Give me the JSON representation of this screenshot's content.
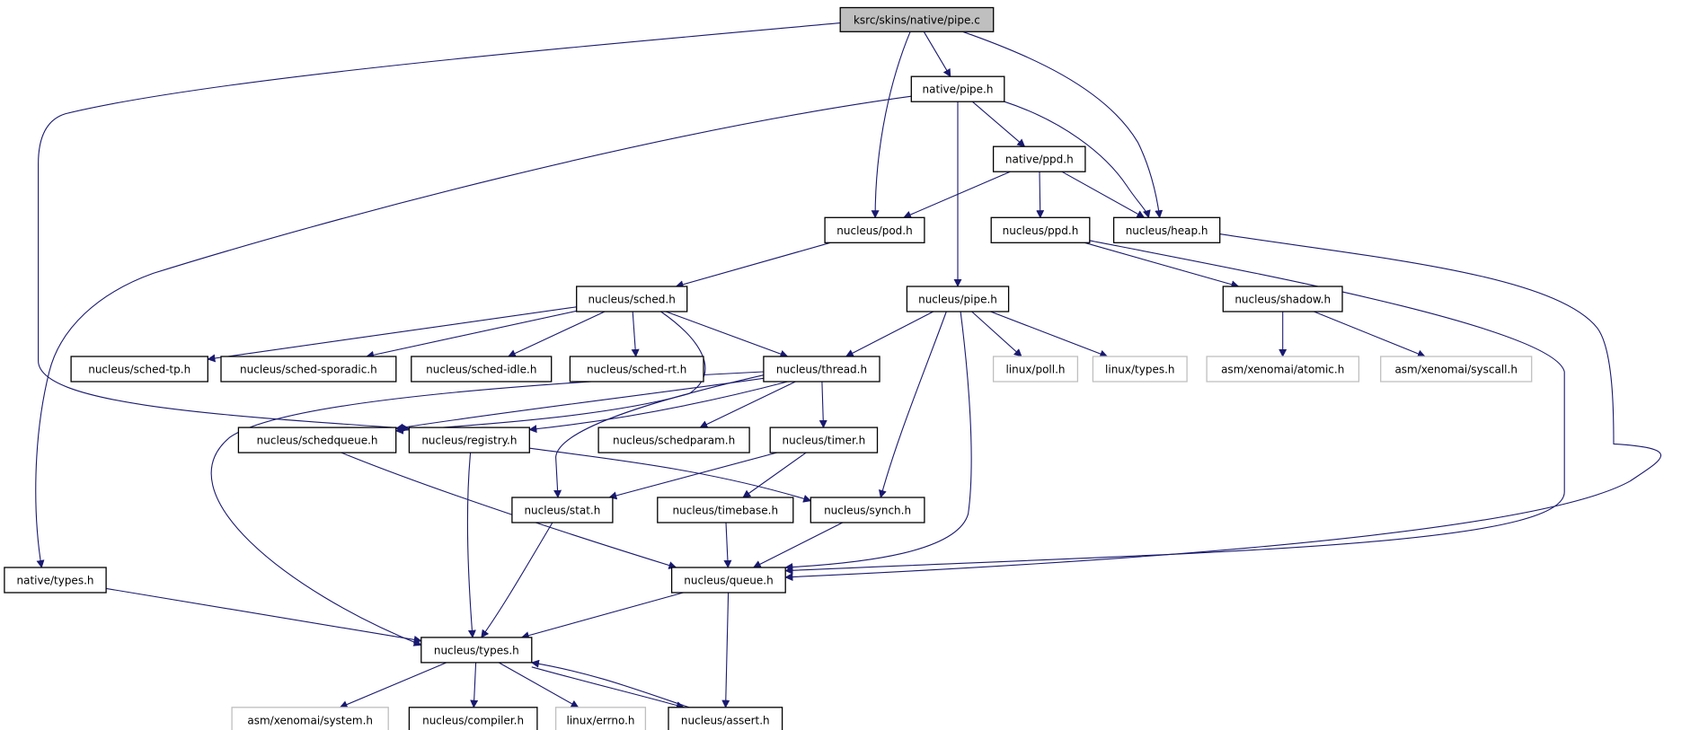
{
  "graph": {
    "nodes": [
      {
        "id": "pipe_c",
        "label": "ksrc/skins/native/pipe.c",
        "style": "root"
      },
      {
        "id": "native_pipe_h",
        "label": "native/pipe.h",
        "style": "normal"
      },
      {
        "id": "native_ppd_h",
        "label": "native/ppd.h",
        "style": "normal"
      },
      {
        "id": "nucleus_pod_h",
        "label": "nucleus/pod.h",
        "style": "normal"
      },
      {
        "id": "nucleus_ppd_h",
        "label": "nucleus/ppd.h",
        "style": "normal"
      },
      {
        "id": "nucleus_heap_h",
        "label": "nucleus/heap.h",
        "style": "normal"
      },
      {
        "id": "nucleus_sched_h",
        "label": "nucleus/sched.h",
        "style": "normal"
      },
      {
        "id": "nucleus_pipe_h",
        "label": "nucleus/pipe.h",
        "style": "normal"
      },
      {
        "id": "nucleus_shadow_h",
        "label": "nucleus/shadow.h",
        "style": "normal"
      },
      {
        "id": "sched_tp_h",
        "label": "nucleus/sched-tp.h",
        "style": "normal"
      },
      {
        "id": "sched_sporadic_h",
        "label": "nucleus/sched-sporadic.h",
        "style": "normal"
      },
      {
        "id": "sched_idle_h",
        "label": "nucleus/sched-idle.h",
        "style": "normal"
      },
      {
        "id": "sched_rt_h",
        "label": "nucleus/sched-rt.h",
        "style": "normal"
      },
      {
        "id": "thread_h",
        "label": "nucleus/thread.h",
        "style": "normal"
      },
      {
        "id": "linux_poll_h",
        "label": "linux/poll.h",
        "style": "external"
      },
      {
        "id": "linux_types_h",
        "label": "linux/types.h",
        "style": "external"
      },
      {
        "id": "xeno_atomic_h",
        "label": "asm/xenomai/atomic.h",
        "style": "external"
      },
      {
        "id": "xeno_syscall_h",
        "label": "asm/xenomai/syscall.h",
        "style": "external"
      },
      {
        "id": "schedqueue_h",
        "label": "nucleus/schedqueue.h",
        "style": "normal"
      },
      {
        "id": "registry_h",
        "label": "nucleus/registry.h",
        "style": "normal"
      },
      {
        "id": "schedparam_h",
        "label": "nucleus/schedparam.h",
        "style": "normal"
      },
      {
        "id": "timer_h",
        "label": "nucleus/timer.h",
        "style": "normal"
      },
      {
        "id": "stat_h",
        "label": "nucleus/stat.h",
        "style": "normal"
      },
      {
        "id": "timebase_h",
        "label": "nucleus/timebase.h",
        "style": "normal"
      },
      {
        "id": "synch_h",
        "label": "nucleus/synch.h",
        "style": "normal"
      },
      {
        "id": "native_types_h",
        "label": "native/types.h",
        "style": "normal"
      },
      {
        "id": "queue_h",
        "label": "nucleus/queue.h",
        "style": "normal"
      },
      {
        "id": "nucleus_types_h",
        "label": "nucleus/types.h",
        "style": "normal"
      },
      {
        "id": "xeno_system_h",
        "label": "asm/xenomai/system.h",
        "style": "external"
      },
      {
        "id": "compiler_h",
        "label": "nucleus/compiler.h",
        "style": "normal"
      },
      {
        "id": "linux_errno_h",
        "label": "linux/errno.h",
        "style": "external"
      },
      {
        "id": "assert_h",
        "label": "nucleus/assert.h",
        "style": "normal"
      }
    ],
    "edges": [
      [
        "pipe_c",
        "native_pipe_h"
      ],
      [
        "pipe_c",
        "nucleus_pod_h"
      ],
      [
        "pipe_c",
        "nucleus_heap_h"
      ],
      [
        "pipe_c",
        "registry_h"
      ],
      [
        "native_pipe_h",
        "native_ppd_h"
      ],
      [
        "native_pipe_h",
        "nucleus_heap_h"
      ],
      [
        "native_pipe_h",
        "nucleus_pipe_h"
      ],
      [
        "native_pipe_h",
        "native_types_h"
      ],
      [
        "native_ppd_h",
        "nucleus_pod_h"
      ],
      [
        "native_ppd_h",
        "nucleus_ppd_h"
      ],
      [
        "native_ppd_h",
        "nucleus_heap_h"
      ],
      [
        "nucleus_pod_h",
        "nucleus_sched_h"
      ],
      [
        "nucleus_ppd_h",
        "nucleus_shadow_h"
      ],
      [
        "nucleus_ppd_h",
        "queue_h"
      ],
      [
        "nucleus_heap_h",
        "queue_h"
      ],
      [
        "nucleus_sched_h",
        "sched_tp_h"
      ],
      [
        "nucleus_sched_h",
        "sched_sporadic_h"
      ],
      [
        "nucleus_sched_h",
        "sched_idle_h"
      ],
      [
        "nucleus_sched_h",
        "sched_rt_h"
      ],
      [
        "nucleus_sched_h",
        "thread_h"
      ],
      [
        "nucleus_sched_h",
        "schedqueue_h"
      ],
      [
        "nucleus_pipe_h",
        "thread_h"
      ],
      [
        "nucleus_pipe_h",
        "linux_poll_h"
      ],
      [
        "nucleus_pipe_h",
        "linux_types_h"
      ],
      [
        "nucleus_pipe_h",
        "synch_h"
      ],
      [
        "nucleus_pipe_h",
        "queue_h"
      ],
      [
        "nucleus_shadow_h",
        "xeno_atomic_h"
      ],
      [
        "nucleus_shadow_h",
        "xeno_syscall_h"
      ],
      [
        "thread_h",
        "schedqueue_h"
      ],
      [
        "thread_h",
        "registry_h"
      ],
      [
        "thread_h",
        "schedparam_h"
      ],
      [
        "thread_h",
        "timer_h"
      ],
      [
        "thread_h",
        "stat_h"
      ],
      [
        "thread_h",
        "nucleus_types_h"
      ],
      [
        "timer_h",
        "stat_h"
      ],
      [
        "timer_h",
        "timebase_h"
      ],
      [
        "registry_h",
        "synch_h"
      ],
      [
        "registry_h",
        "nucleus_types_h"
      ],
      [
        "schedqueue_h",
        "queue_h"
      ],
      [
        "stat_h",
        "nucleus_types_h"
      ],
      [
        "timebase_h",
        "queue_h"
      ],
      [
        "synch_h",
        "queue_h"
      ],
      [
        "native_types_h",
        "nucleus_types_h"
      ],
      [
        "queue_h",
        "nucleus_types_h"
      ],
      [
        "queue_h",
        "assert_h"
      ],
      [
        "nucleus_types_h",
        "xeno_system_h"
      ],
      [
        "nucleus_types_h",
        "compiler_h"
      ],
      [
        "nucleus_types_h",
        "linux_errno_h"
      ],
      [
        "nucleus_types_h",
        "assert_h"
      ],
      [
        "assert_h",
        "nucleus_types_h"
      ]
    ]
  },
  "colors": {
    "edge": "#191970",
    "root_fill": "#bfbfbf",
    "external_border": "#bfbfbf",
    "node_border": "#000000"
  }
}
